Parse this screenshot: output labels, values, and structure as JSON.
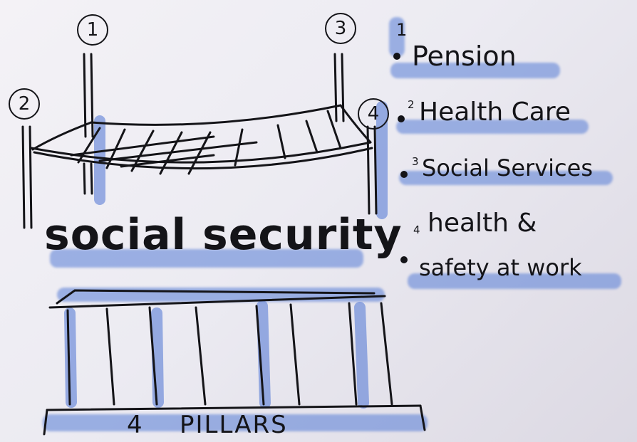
{
  "sketch": {
    "markers": [
      "1",
      "2",
      "3",
      "4"
    ],
    "title": "social security",
    "footer": {
      "count": "4",
      "label": "PILLARS"
    }
  },
  "legend": {
    "items": [
      {
        "number": "1",
        "label": "Pension"
      },
      {
        "number": "2",
        "label": "Health Care"
      },
      {
        "number": "3",
        "label": "Social Services"
      },
      {
        "number": "4",
        "line1": "health &",
        "line2": "safety at work"
      }
    ]
  },
  "colors": {
    "ink": "#141418",
    "highlight": "#5a7dd6",
    "paper": "#eeedf2"
  }
}
